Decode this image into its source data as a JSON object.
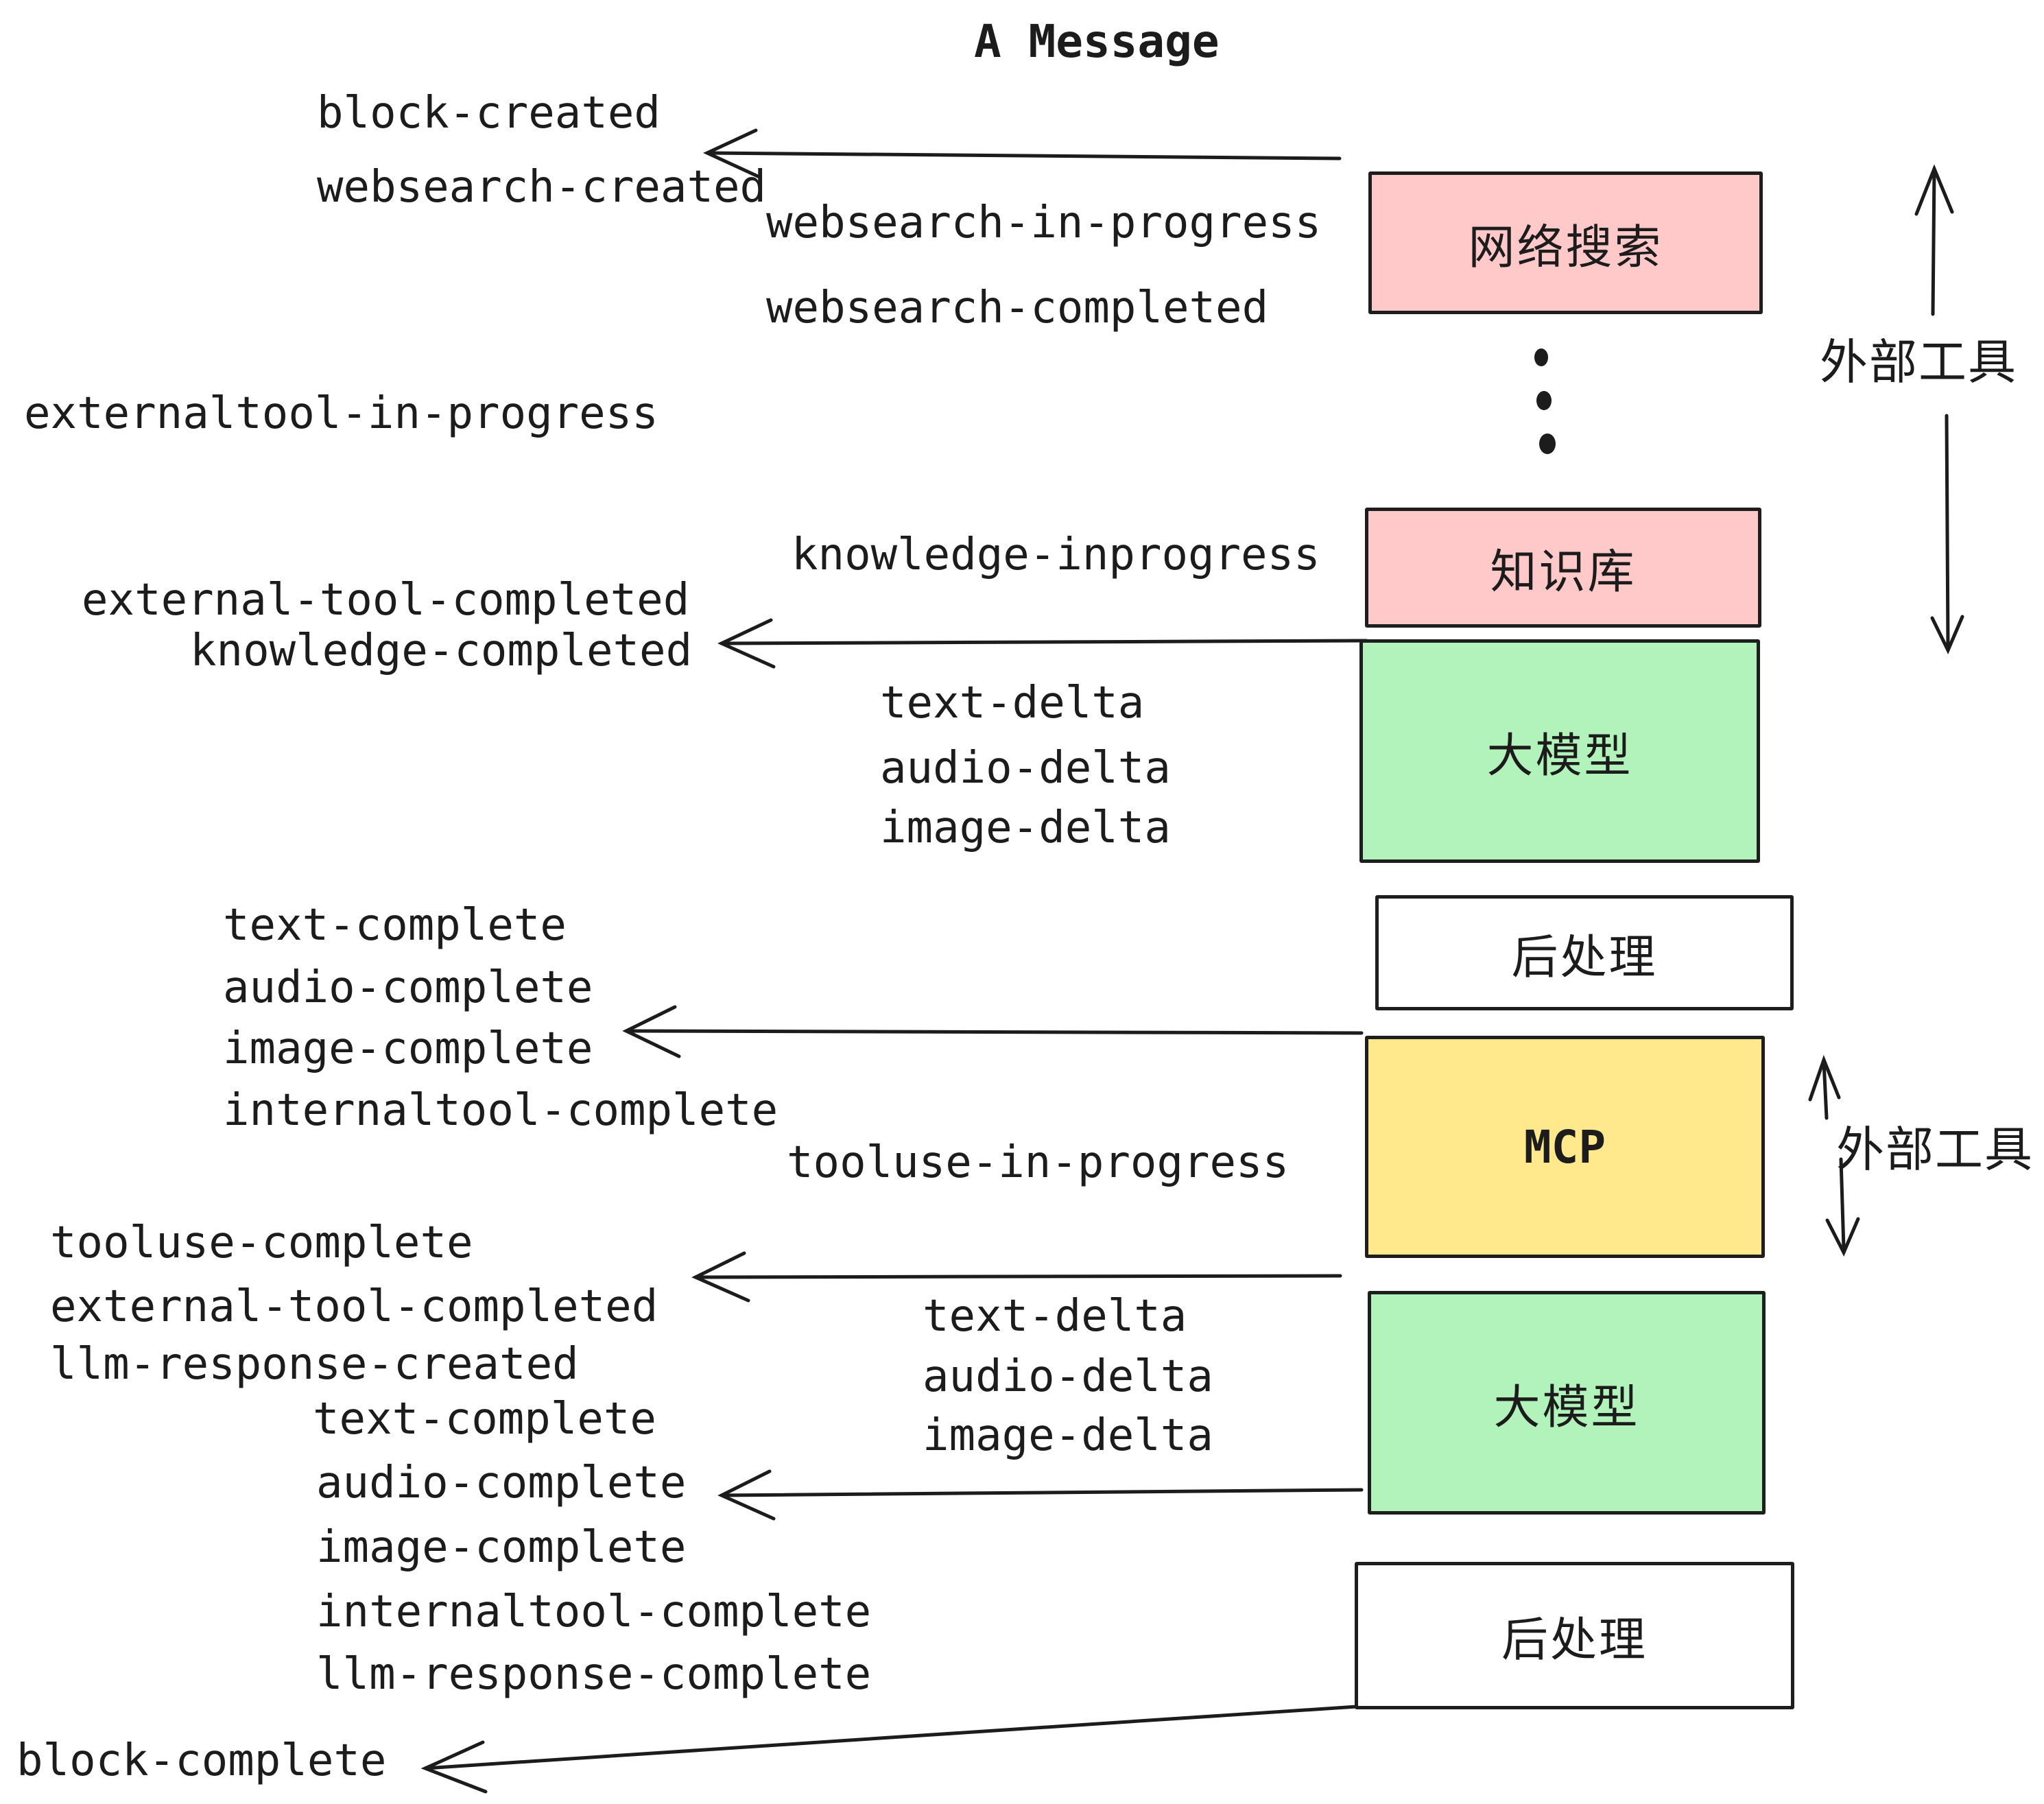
{
  "title": "A Message",
  "nodes": {
    "websearch": {
      "label": "网络搜索",
      "fill": "#ffc9c9"
    },
    "knowledge": {
      "label": "知识库",
      "fill": "#ffc9c9"
    },
    "llm1": {
      "label": "大模型",
      "fill": "#b2f2bb"
    },
    "post1": {
      "label": "后处理",
      "fill": "#ffffff"
    },
    "mcp": {
      "label": "MCP",
      "fill": "#ffe98c"
    },
    "llm2": {
      "label": "大模型",
      "fill": "#b2f2bb"
    },
    "post2": {
      "label": "后处理",
      "fill": "#ffffff"
    }
  },
  "side_annotations": {
    "external_tools_top": "外部工具",
    "external_tools_bottom": "外部工具"
  },
  "events": {
    "block_created": "block-created",
    "websearch_created": "websearch-created",
    "websearch_in_progress": "websearch-in-progress",
    "websearch_completed": "websearch-completed",
    "externaltool_in_progress": "externaltool-in-progress",
    "knowledge_inprogress": "knowledge-inprogress",
    "external_tool_completed_1": "external-tool-completed",
    "knowledge_completed": "knowledge-completed",
    "text_delta_1": "text-delta",
    "audio_delta_1": "audio-delta",
    "image_delta_1": "image-delta",
    "text_complete_1": "text-complete",
    "audio_complete_1": "audio-complete",
    "image_complete_1": "image-complete",
    "internaltool_complete_1": "internaltool-complete",
    "tooluse_in_progress": "tooluse-in-progress",
    "tooluse_complete": "tooluse-complete",
    "external_tool_completed_2": "external-tool-completed",
    "llm_response_created": "llm-response-created",
    "text_delta_2": "text-delta",
    "audio_delta_2": "audio-delta",
    "image_delta_2": "image-delta",
    "text_complete_2": "text-complete",
    "audio_complete_2": "audio-complete",
    "image_complete_2": "image-complete",
    "internaltool_complete_2": "internaltool-complete",
    "llm_response_complete": "llm-response-complete",
    "block_complete": "block-complete"
  },
  "colors": {
    "ink": "#1c1c1c",
    "pink": "#ffc9c9",
    "green": "#b2f2bb",
    "yellow": "#ffe98c",
    "white": "#ffffff",
    "background": "#ffffff"
  }
}
